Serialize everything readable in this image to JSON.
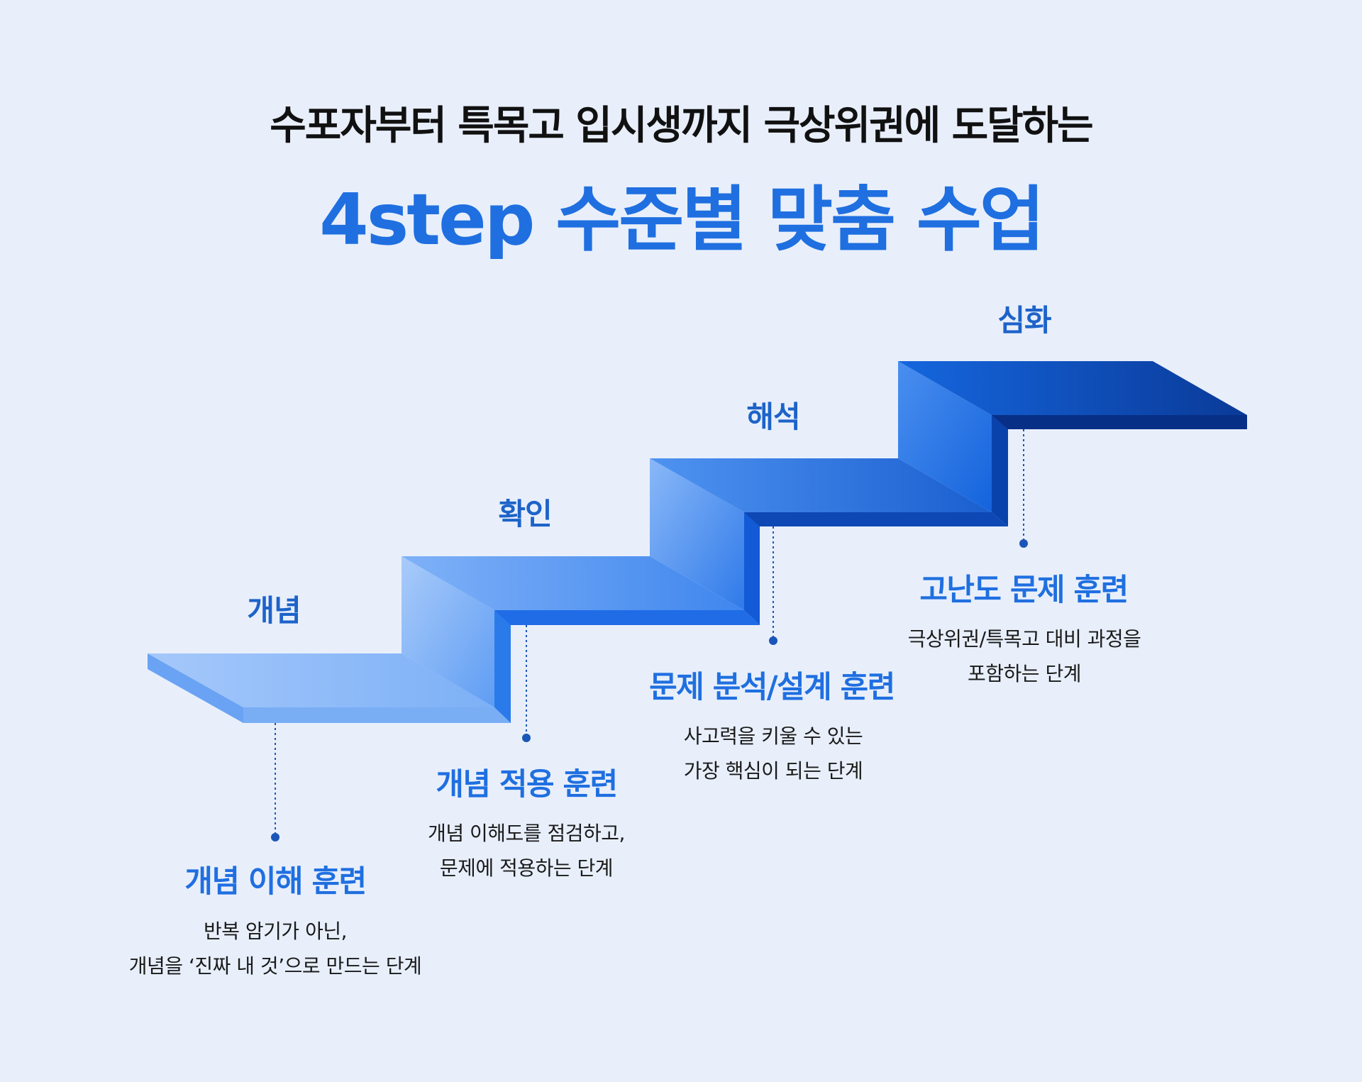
{
  "header": {
    "subtitle": "수포자부터 특목고 입시생까지 극상위권에 도달하는",
    "title": "4step 수준별 맞춤 수업"
  },
  "steps": [
    {
      "name": "개념",
      "title": "개념 이해 훈련",
      "desc": [
        "반복 암기가 아닌,",
        "개념을 ‘진짜 내 것’으로 만드는 단계"
      ]
    },
    {
      "name": "확인",
      "title": "개념 적용 훈련",
      "desc": [
        "개념 이해도를 점검하고,",
        "문제에 적용하는 단계"
      ]
    },
    {
      "name": "해석",
      "title": "문제 분석/설계 훈련",
      "desc": [
        "사고력을 키울 수 있는",
        "가장 핵심이 되는 단계"
      ]
    },
    {
      "name": "심화",
      "title": "고난도 문제 훈련",
      "desc": [
        "극상위권/특목고 대비 과정을",
        "포함하는 단계"
      ]
    }
  ],
  "colors": {
    "background": "#e8effb",
    "accent": "#1f6fe0",
    "step_name": "#1d63c9",
    "connector": "#1a56b8"
  }
}
